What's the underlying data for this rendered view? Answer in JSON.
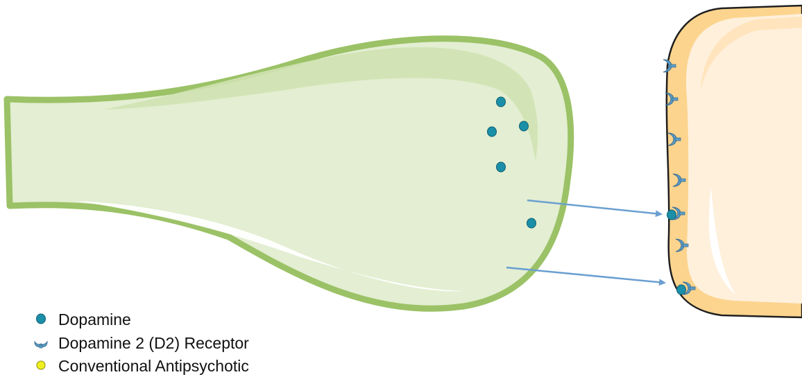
{
  "colors": {
    "presynaptic_fill": "#e3eed2",
    "presynaptic_border": "#9bc266",
    "presynaptic_highlight": "#cfe2b1",
    "postsynaptic_fill": "#fff0dc",
    "postsynaptic_rim": "#fcd48e",
    "postsynaptic_highlight": "#ffe4bd",
    "dopamine": "#1b8fa8",
    "dopamine_edge": "#0e5e72",
    "receptor": "#5f9ec6",
    "receptor_edge": "#3a6f93",
    "arrow": "#6a9fd0",
    "antipsychotic": "#f0f020"
  },
  "icons": {
    "dopamine": "dopamine-molecule-icon",
    "receptor": "d2-receptor-icon",
    "antipsychotic": "antipsychotic-molecule-icon"
  },
  "legend": {
    "items": [
      {
        "key": "dopamine",
        "label": "Dopamine"
      },
      {
        "key": "receptor",
        "label": "Dopamine 2 (D2) Receptor"
      },
      {
        "key": "antipsychotic",
        "label": "Conventional Antipsychotic"
      }
    ]
  }
}
